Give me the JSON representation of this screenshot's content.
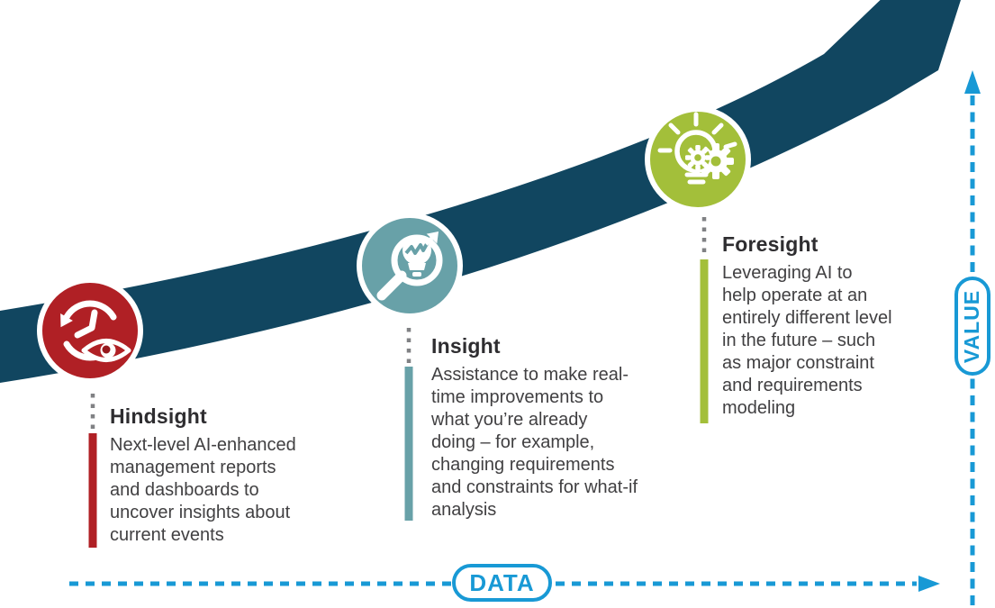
{
  "stages": [
    {
      "label": "Hindsight",
      "description": "Next-level AI-enhanced\nmanagement reports\nand dashboards to\nuncover insights about\ncurrent events",
      "icon": "history-clock-eye-icon",
      "accent_color": "#b02025"
    },
    {
      "label": "Insight",
      "description": "Assistance to make real-\ntime improvements to\nwhat you’re already\ndoing – for example,\nchanging requirements\nand constraints for what-if\nanalysis",
      "icon": "magnifier-lightbulb-trend-icon",
      "accent_color": "#68a1a8"
    },
    {
      "label": "Foresight",
      "description": "Leveraging AI to\nhelp operate at an\nentirely different level\nin the future – such\nas major constraint\nand requirements\nmodeling",
      "icon": "lightbulb-gear-icon",
      "accent_color": "#a3bf3a"
    }
  ],
  "axes": {
    "x_label": "DATA",
    "y_label": "VALUE",
    "axis_color": "#1899d5"
  },
  "colors": {
    "arrow_navy": "#114660",
    "hindsight_red": "#b02025",
    "insight_teal": "#68a1a8",
    "foresight_green": "#a3bf3a",
    "heading_text": "#2e2d30",
    "body_text": "#414042",
    "connector_gray": "#808184"
  }
}
